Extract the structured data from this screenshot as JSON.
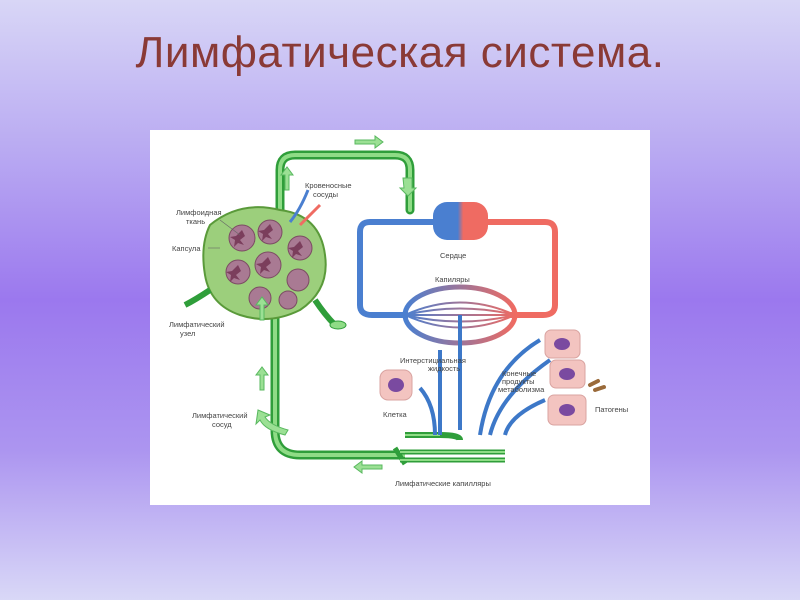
{
  "slide": {
    "title": "Лимфатическая система."
  },
  "diagram": {
    "labels": {
      "blood_vessels_1": "Кровеносные",
      "blood_vessels_2": "сосуды",
      "lymphoid_1": "Лимфоидная",
      "lymphoid_2": "ткань",
      "capsule": "Капсула",
      "node_1": "Лимфатический",
      "node_2": "узел",
      "vessel_1": "Лимфатический",
      "vessel_2": "сосуд",
      "heart": "Сердце",
      "capillaries": "Капиляры",
      "interstitial_1": "Интерстициальная",
      "interstitial_2": "жидкость",
      "metabolic_1": "Конечные",
      "metabolic_2": "продукты",
      "metabolic_3": "метаболизма",
      "cell": "Клетка",
      "pathogens": "Патогены",
      "lymph_capillaries": "Лимфатические капилляры"
    },
    "colors": {
      "lymph_green": "#3cb043",
      "lymph_light": "#a6e3a0",
      "blood_blue": "#4a7fd0",
      "blood_red": "#ef6b62",
      "node_purple": "#9c6a83",
      "cell_pink": "#f3c4c0",
      "nucleus": "#7a4aa0",
      "background_top": "#d8d6f6",
      "background_mid": "#9b78ee",
      "title": "#8a3a36"
    }
  }
}
